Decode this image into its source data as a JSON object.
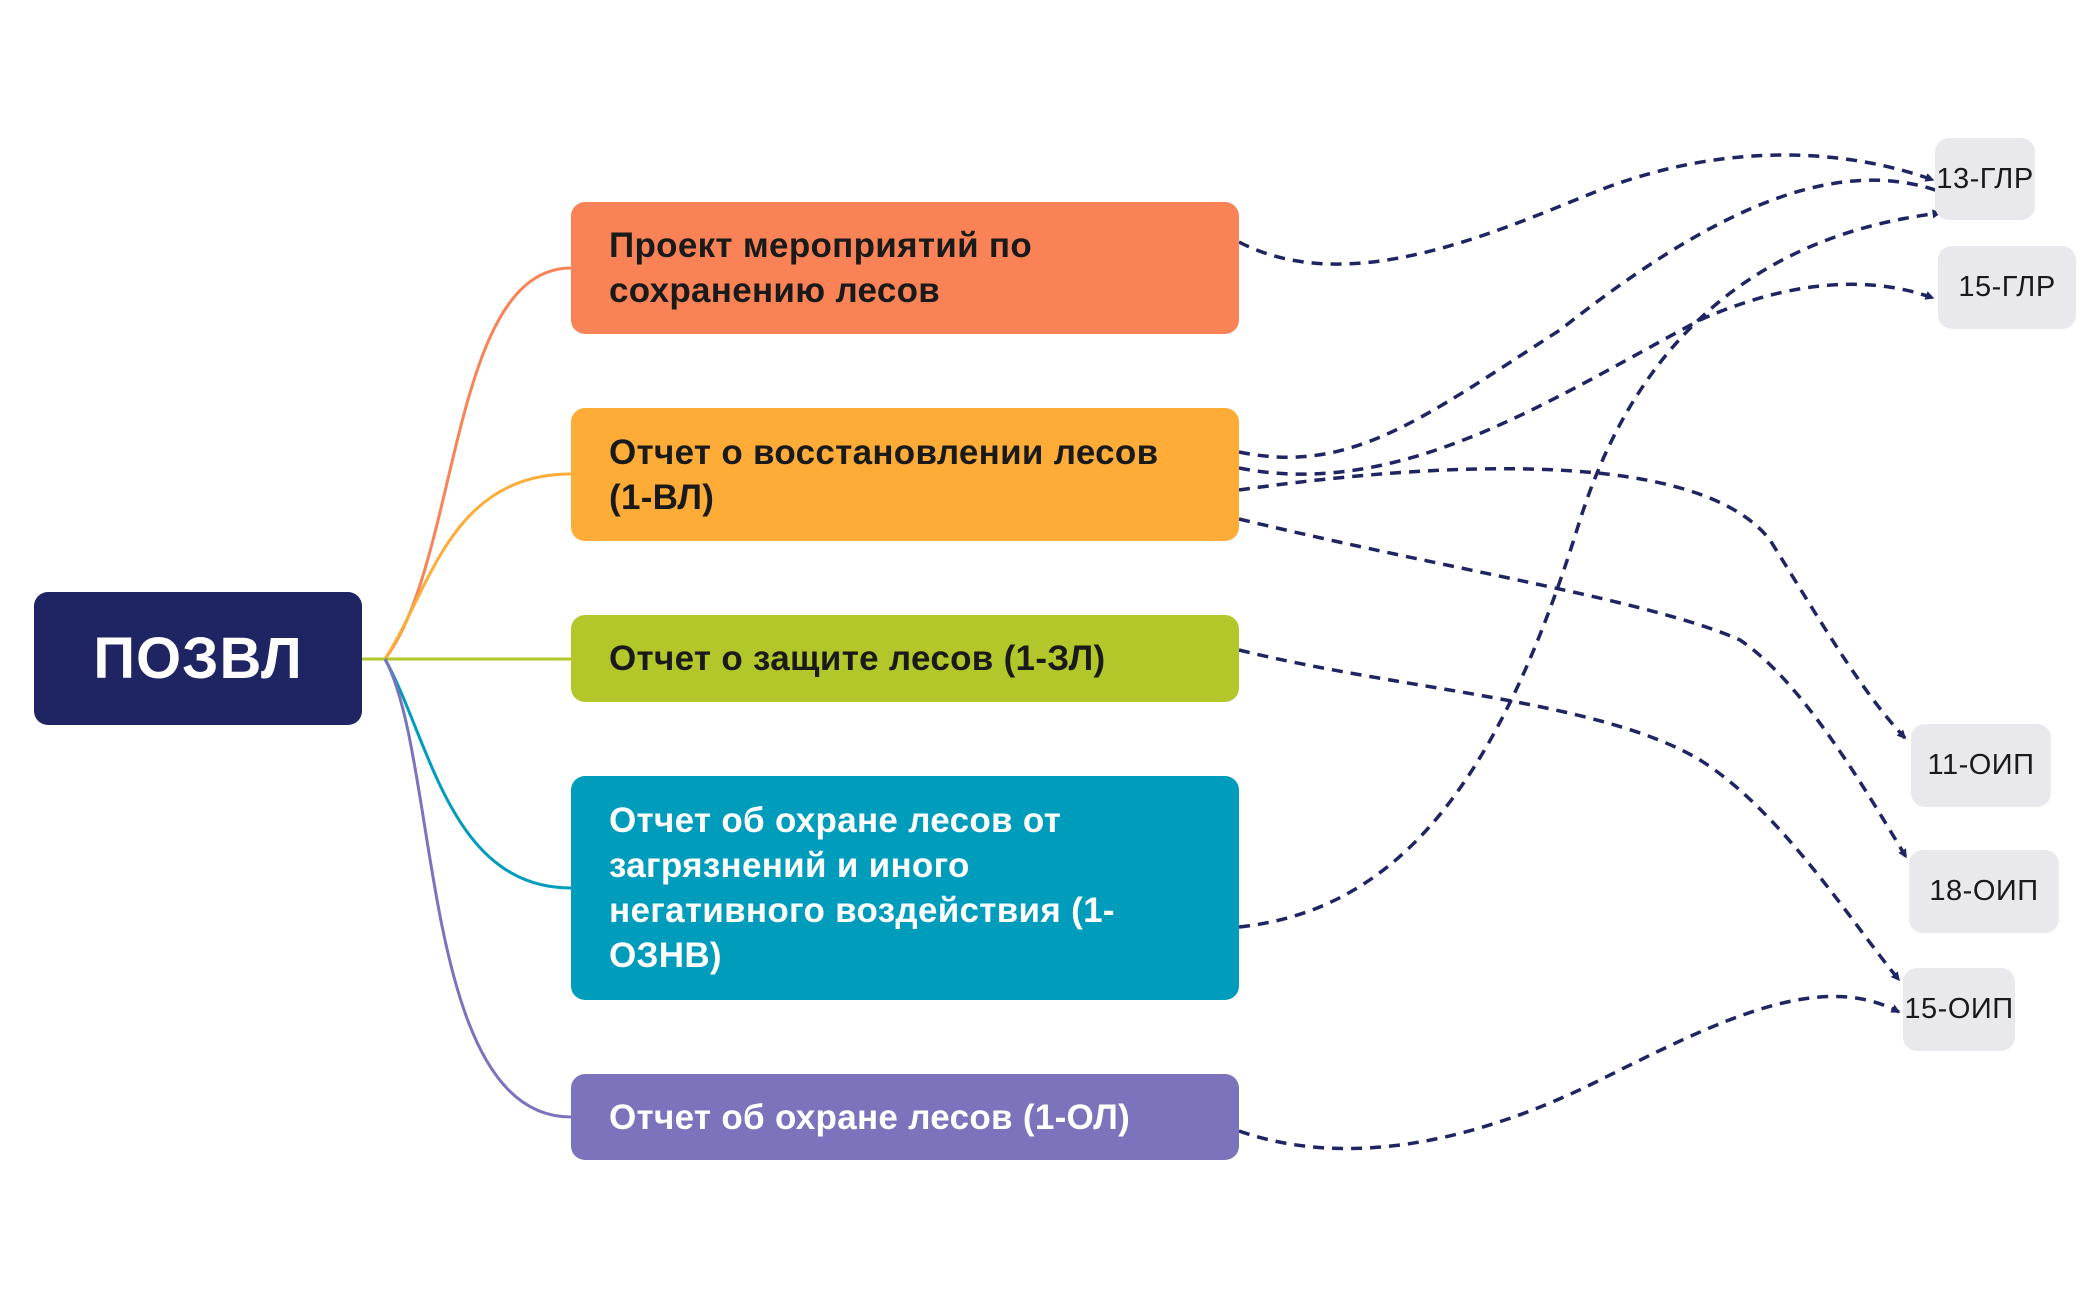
{
  "root": {
    "label": "ПОЗВЛ",
    "color": "#1f2462"
  },
  "branches": [
    {
      "label": "Проект мероприятий по сохранению лесов",
      "color": "#f98356",
      "line_color": "#f98356"
    },
    {
      "label": "Отчет о восстановлении лесов (1-ВЛ)",
      "color": "#fdac38",
      "line_color": "#fdac38"
    },
    {
      "label": "Отчет о защите лесов (1-ЗЛ)",
      "color": "#b3c62a",
      "line_color": "#b3c62a"
    },
    {
      "label": "Отчет об охране лесов от загрязнений и иного негативного воздействия (1-ОЗНВ)",
      "color": "#009cbb",
      "line_color": "#009cbb"
    },
    {
      "label": "Отчет об охране лесов (1-ОЛ)",
      "color": "#7b74bd",
      "line_color": "#7b74bd"
    }
  ],
  "targets": [
    "13-ГЛР",
    "15-ГЛР",
    "11-ОИП",
    "18-ОИП",
    "15-ОИП"
  ],
  "links": [
    {
      "from": "Проект мероприятий по сохранению лесов",
      "to": "13-ГЛР"
    },
    {
      "from": "Отчет о восстановлении лесов (1-ВЛ)",
      "to": "13-ГЛР"
    },
    {
      "from": "Отчет о восстановлении лесов (1-ВЛ)",
      "to": "15-ГЛР"
    },
    {
      "from": "Отчет о восстановлении лесов (1-ВЛ)",
      "to": "11-ОИП"
    },
    {
      "from": "Отчет о восстановлении лесов (1-ВЛ)",
      "to": "18-ОИП"
    },
    {
      "from": "Отчет о защите лесов (1-ЗЛ)",
      "to": "15-ОИП"
    },
    {
      "from": "Отчет об охране лесов от загрязнений и иного негативного воздействия (1-ОЗНВ)",
      "to": "13-ГЛР"
    },
    {
      "from": "Отчет об охране лесов (1-ОЛ)",
      "to": "15-ОИП"
    }
  ],
  "connector_color": "#1f2462"
}
